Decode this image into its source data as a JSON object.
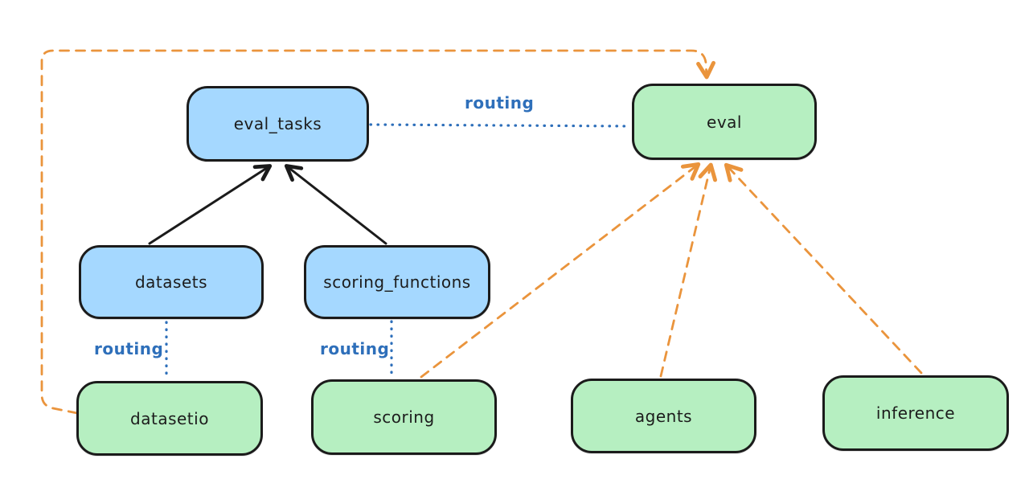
{
  "diagram": {
    "nodes": [
      {
        "id": "eval_tasks",
        "label": "eval_tasks",
        "color": "#a5d8ff",
        "kind": "resource"
      },
      {
        "id": "eval",
        "label": "eval",
        "color": "#b6efc1",
        "kind": "api"
      },
      {
        "id": "datasets",
        "label": "datasets",
        "color": "#a5d8ff",
        "kind": "resource"
      },
      {
        "id": "scoring_functions",
        "label": "scoring_functions",
        "color": "#a5d8ff",
        "kind": "resource"
      },
      {
        "id": "datasetio",
        "label": "datasetio",
        "color": "#b6efc1",
        "kind": "api"
      },
      {
        "id": "scoring",
        "label": "scoring",
        "color": "#b6efc1",
        "kind": "api"
      },
      {
        "id": "agents",
        "label": "agents",
        "color": "#b6efc1",
        "kind": "api"
      },
      {
        "id": "inference",
        "label": "inference",
        "color": "#b6efc1",
        "kind": "api"
      }
    ],
    "edges": [
      {
        "from": "datasets",
        "to": "eval_tasks",
        "style": "solid",
        "color": "#1b1b1b",
        "label": ""
      },
      {
        "from": "scoring_functions",
        "to": "eval_tasks",
        "style": "solid",
        "color": "#1b1b1b",
        "label": ""
      },
      {
        "from": "eval_tasks",
        "to": "eval",
        "style": "dotted",
        "color": "#2e6fba",
        "label": "routing"
      },
      {
        "from": "datasets",
        "to": "datasetio",
        "style": "dotted",
        "color": "#2e6fba",
        "label": "routing"
      },
      {
        "from": "scoring_functions",
        "to": "scoring",
        "style": "dotted",
        "color": "#2e6fba",
        "label": "routing"
      },
      {
        "from": "datasetio",
        "to": "eval",
        "style": "dashed",
        "color": "#ea943c",
        "label": ""
      },
      {
        "from": "scoring",
        "to": "eval",
        "style": "dashed",
        "color": "#ea943c",
        "label": ""
      },
      {
        "from": "agents",
        "to": "eval",
        "style": "dashed",
        "color": "#ea943c",
        "label": ""
      },
      {
        "from": "inference",
        "to": "eval",
        "style": "dashed",
        "color": "#ea943c",
        "label": ""
      }
    ],
    "colors": {
      "blue_fill": "#a5d8ff",
      "green_fill": "#b6efc1",
      "node_stroke": "#1b1b1b",
      "routing_blue": "#2e6fba",
      "arrow_orange": "#ea943c",
      "background": "#ffffff"
    }
  }
}
